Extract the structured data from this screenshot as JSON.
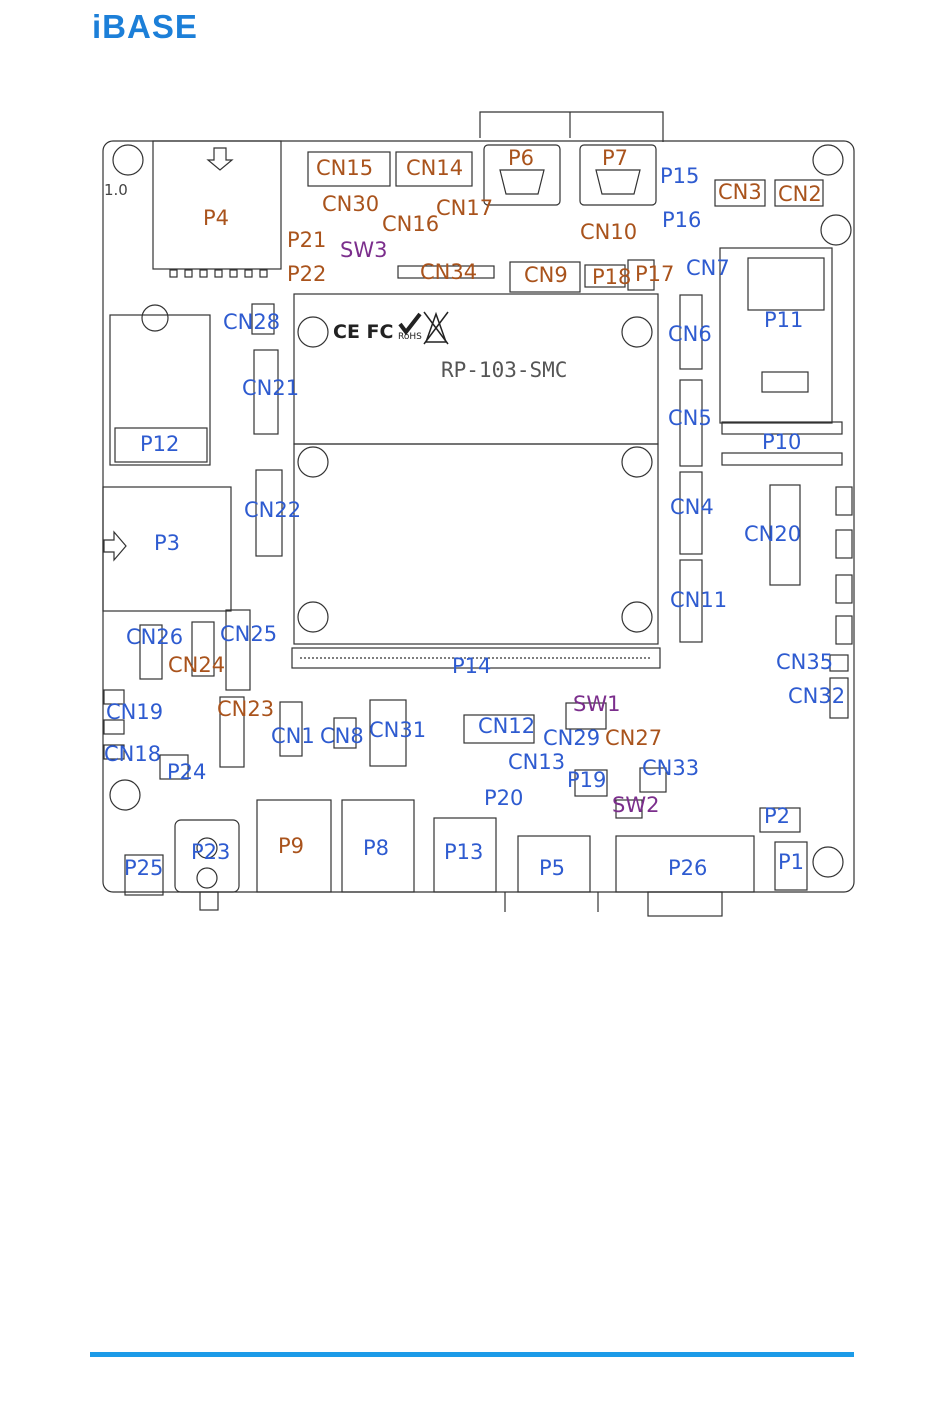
{
  "brand": {
    "logo_i": "i",
    "logo_rest": "BASE"
  },
  "board": {
    "model": "RP-103-SMC",
    "certs": "CE FC",
    "rohs": "RoHS",
    "corner_mark": "1.0"
  },
  "labels": [
    {
      "id": "P4",
      "text": "P4",
      "c": "orange"
    },
    {
      "id": "CN15",
      "text": "CN15",
      "c": "orange"
    },
    {
      "id": "CN14",
      "text": "CN14",
      "c": "orange"
    },
    {
      "id": "P6",
      "text": "P6",
      "c": "orange"
    },
    {
      "id": "P7",
      "text": "P7",
      "c": "orange"
    },
    {
      "id": "P15",
      "text": "P15",
      "c": "blue"
    },
    {
      "id": "CN3",
      "text": "CN3",
      "c": "orange"
    },
    {
      "id": "CN2",
      "text": "CN2",
      "c": "orange"
    },
    {
      "id": "CN30",
      "text": "CN30",
      "c": "orange"
    },
    {
      "id": "CN17",
      "text": "CN17",
      "c": "orange"
    },
    {
      "id": "CN16",
      "text": "CN16",
      "c": "orange"
    },
    {
      "id": "P16",
      "text": "P16",
      "c": "blue"
    },
    {
      "id": "P21",
      "text": "P21",
      "c": "orange"
    },
    {
      "id": "SW3",
      "text": "SW3",
      "c": "purple"
    },
    {
      "id": "CN10",
      "text": "CN10",
      "c": "orange"
    },
    {
      "id": "P22",
      "text": "P22",
      "c": "orange"
    },
    {
      "id": "CN34",
      "text": "CN34",
      "c": "orange"
    },
    {
      "id": "CN9",
      "text": "CN9",
      "c": "orange"
    },
    {
      "id": "P18",
      "text": "P18",
      "c": "orange"
    },
    {
      "id": "P17",
      "text": "P17",
      "c": "orange"
    },
    {
      "id": "CN7",
      "text": "CN7",
      "c": "blue"
    },
    {
      "id": "CN28",
      "text": "CN28",
      "c": "blue"
    },
    {
      "id": "P11",
      "text": "P11",
      "c": "blue"
    },
    {
      "id": "CN6",
      "text": "CN6",
      "c": "blue"
    },
    {
      "id": "CN21",
      "text": "CN21",
      "c": "blue"
    },
    {
      "id": "CN5",
      "text": "CN5",
      "c": "blue"
    },
    {
      "id": "P12",
      "text": "P12",
      "c": "blue"
    },
    {
      "id": "P10",
      "text": "P10",
      "c": "blue"
    },
    {
      "id": "CN22",
      "text": "CN22",
      "c": "blue"
    },
    {
      "id": "CN4",
      "text": "CN4",
      "c": "blue"
    },
    {
      "id": "P3",
      "text": "P3",
      "c": "blue"
    },
    {
      "id": "CN20",
      "text": "CN20",
      "c": "blue"
    },
    {
      "id": "CN11",
      "text": "CN11",
      "c": "blue"
    },
    {
      "id": "CN26",
      "text": "CN26",
      "c": "blue"
    },
    {
      "id": "CN25",
      "text": "CN25",
      "c": "blue"
    },
    {
      "id": "CN24",
      "text": "CN24",
      "c": "orange"
    },
    {
      "id": "P14",
      "text": "P14",
      "c": "blue"
    },
    {
      "id": "CN35",
      "text": "CN35",
      "c": "blue"
    },
    {
      "id": "CN32",
      "text": "CN32",
      "c": "blue"
    },
    {
      "id": "SW1",
      "text": "SW1",
      "c": "purple"
    },
    {
      "id": "CN19",
      "text": "CN19",
      "c": "blue"
    },
    {
      "id": "CN23",
      "text": "CN23",
      "c": "orange"
    },
    {
      "id": "CN1",
      "text": "CN1",
      "c": "blue"
    },
    {
      "id": "CN8",
      "text": "CN8",
      "c": "blue"
    },
    {
      "id": "CN31",
      "text": "CN31",
      "c": "blue"
    },
    {
      "id": "CN12",
      "text": "CN12",
      "c": "blue"
    },
    {
      "id": "CN29",
      "text": "CN29",
      "c": "blue"
    },
    {
      "id": "CN27",
      "text": "CN27",
      "c": "orange"
    },
    {
      "id": "CN18",
      "text": "CN18",
      "c": "blue"
    },
    {
      "id": "P24",
      "text": "P24",
      "c": "blue"
    },
    {
      "id": "CN13",
      "text": "CN13",
      "c": "blue"
    },
    {
      "id": "P19",
      "text": "P19",
      "c": "blue"
    },
    {
      "id": "CN33",
      "text": "CN33",
      "c": "blue"
    },
    {
      "id": "P20",
      "text": "P20",
      "c": "blue"
    },
    {
      "id": "SW2",
      "text": "SW2",
      "c": "purple"
    },
    {
      "id": "P2",
      "text": "P2",
      "c": "blue"
    },
    {
      "id": "P9",
      "text": "P9",
      "c": "orange"
    },
    {
      "id": "P8",
      "text": "P8",
      "c": "blue"
    },
    {
      "id": "P13",
      "text": "P13",
      "c": "blue"
    },
    {
      "id": "P23",
      "text": "P23",
      "c": "blue"
    },
    {
      "id": "P5",
      "text": "P5",
      "c": "blue"
    },
    {
      "id": "P26",
      "text": "P26",
      "c": "blue"
    },
    {
      "id": "P1",
      "text": "P1",
      "c": "blue"
    },
    {
      "id": "P25",
      "text": "P25",
      "c": "blue"
    }
  ]
}
